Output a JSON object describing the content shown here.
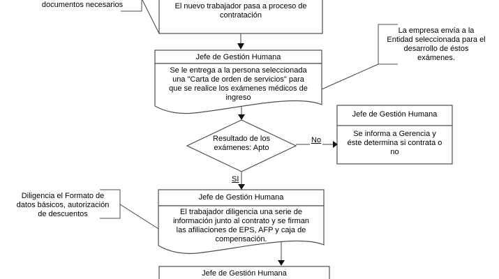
{
  "diagram": {
    "callout_top_left": {
      "text": "documentos necesarios"
    },
    "process_new_worker": {
      "text": "El nuevo trabajador pasa a proceso de\ncontratación"
    },
    "callout_right": {
      "text": "La empresa envía a la\nEntidad seleccionada para el\ndesarrollo de éstos\nexámenes."
    },
    "document_service_order": {
      "header": "Jefe de Gestión Humana",
      "body": "Se le entrega a la persona seleccionada\nuna \"Carta de orden de servicios\" para\nque se realice los exámenes médicos de\ningreso"
    },
    "decision_exam_result": {
      "text": "Resultado de los\nexámenes: Apto",
      "branch_no": "No",
      "branch_yes": "SI"
    },
    "process_inform_management": {
      "header": "Jefe de Gestión Humana",
      "body": "Se informa a Gerencia y\néste determina si contrata o\nno"
    },
    "callout_left": {
      "text": "Diligencia el Formato de\ndatos básicos, autorización\nde descuentos"
    },
    "document_contract_signing": {
      "header": "Jefe de Gestión Humana",
      "body": "El trabajador diligencia una serie de\ninformación junto al contrato y se firman\nlas afiliaciones de EPS, AFP y caja de\ncompensación."
    },
    "process_bottom": {
      "header": "Jefe de Gestión Humana"
    },
    "colors": {
      "shape_stroke": "#4d4d4d",
      "line_stroke": "#404040",
      "text": "#000000",
      "background": "#ffffff"
    }
  }
}
